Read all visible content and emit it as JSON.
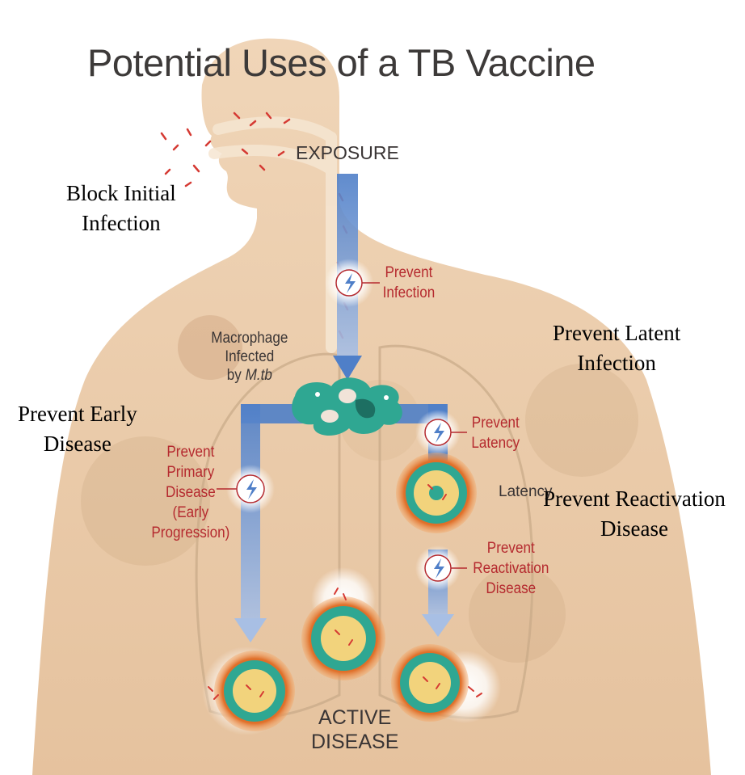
{
  "title": "Potential Uses of a TB Vaccine",
  "labels": {
    "exposure": "EXPOSURE",
    "macrophage_line1": "Macrophage",
    "macrophage_line2": "Infected",
    "macrophage_line3_prefix": "by ",
    "macrophage_line3_italic": "M.tb",
    "latency": "Latency",
    "active_line1": "ACTIVE",
    "active_line2": "DISEASE"
  },
  "red_labels": {
    "prevent_infection": [
      "Prevent",
      "Infection"
    ],
    "prevent_latency": [
      "Prevent",
      "Latency"
    ],
    "prevent_primary": [
      "Prevent",
      "Primary",
      "Disease",
      "(Early",
      "Progression)"
    ],
    "prevent_reactivation": [
      "Prevent",
      "Reactivation",
      "Disease"
    ]
  },
  "annotations": {
    "block_initial": [
      "Block Initial",
      "Infection"
    ],
    "prevent_latent": [
      "Prevent Latent",
      "Infection"
    ],
    "prevent_early": [
      "Prevent Early",
      "Disease"
    ],
    "prevent_reactivation": [
      "Prevent Reactivation",
      "Disease"
    ]
  },
  "colors": {
    "skin": "#e9c9a6",
    "arrow_blue": "#4f7fc8",
    "label_red": "#b52a2f",
    "macrophage_teal": "#2fa792",
    "granuloma_orange": "#e0702a"
  }
}
